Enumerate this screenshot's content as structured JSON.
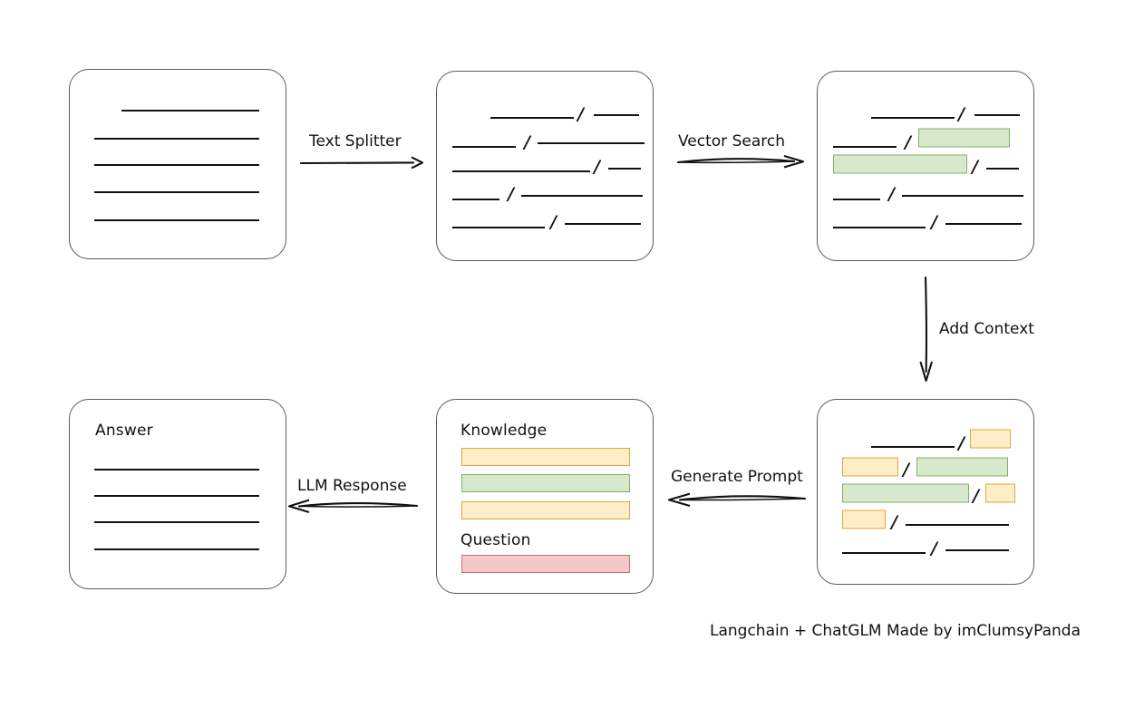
{
  "diagram": {
    "title_note": "Langchain + ChatGLM Made by imClumsyPanda",
    "colors": {
      "green_fill": "#d7e8cd",
      "green_border": "#7fb069",
      "yellow_fill": "#fdeec8",
      "yellow_border": "#e0a638",
      "red_fill": "#f3c9c9",
      "red_border": "#cc6b6b",
      "box_border": "#5a5a5a",
      "line": "#111111"
    },
    "nodes": [
      {
        "id": "source-document",
        "kind": "document",
        "label": "",
        "lines": [
          {
            "segments": [
              {
                "kind": "rule",
                "indent": 58,
                "width": 152
              }
            ]
          },
          {
            "segments": [
              {
                "kind": "rule",
                "indent": 28,
                "width": 182
              }
            ]
          },
          {
            "segments": [
              {
                "kind": "rule",
                "indent": 28,
                "width": 182
              }
            ]
          },
          {
            "segments": [
              {
                "kind": "rule",
                "indent": 28,
                "width": 182
              }
            ]
          },
          {
            "segments": [
              {
                "kind": "rule",
                "indent": 28,
                "width": 182
              }
            ]
          }
        ]
      },
      {
        "id": "split-chunks",
        "kind": "document",
        "label": "",
        "lines": [
          {
            "segments": [
              {
                "kind": "rule",
                "indent": 60,
                "width": 92
              },
              {
                "kind": "slash"
              },
              {
                "kind": "rule",
                "width": 50
              }
            ]
          },
          {
            "segments": [
              {
                "kind": "rule",
                "indent": 18,
                "width": 70
              },
              {
                "kind": "slash"
              },
              {
                "kind": "rule",
                "width": 118
              }
            ]
          },
          {
            "segments": [
              {
                "kind": "rule",
                "indent": 18,
                "width": 152
              },
              {
                "kind": "slash"
              },
              {
                "kind": "rule",
                "width": 36
              }
            ]
          },
          {
            "segments": [
              {
                "kind": "rule",
                "indent": 18,
                "width": 52
              },
              {
                "kind": "slash"
              },
              {
                "kind": "rule",
                "width": 134
              }
            ]
          },
          {
            "segments": [
              {
                "kind": "rule",
                "indent": 18,
                "width": 102
              },
              {
                "kind": "slash"
              },
              {
                "kind": "rule",
                "width": 84
              }
            ]
          }
        ]
      },
      {
        "id": "retrieved-chunks",
        "kind": "document",
        "label": "",
        "lines": [
          {
            "segments": [
              {
                "kind": "rule",
                "indent": 60,
                "width": 92
              },
              {
                "kind": "slash"
              },
              {
                "kind": "rule",
                "width": 50
              }
            ]
          },
          {
            "segments": [
              {
                "kind": "rule",
                "indent": 18,
                "width": 70
              },
              {
                "kind": "slash"
              },
              {
                "kind": "chip",
                "color": "green",
                "width": 118
              }
            ]
          },
          {
            "segments": [
              {
                "kind": "chip",
                "color": "green",
                "indent": 18,
                "width": 152
              },
              {
                "kind": "slash"
              },
              {
                "kind": "rule",
                "width": 36
              }
            ]
          },
          {
            "segments": [
              {
                "kind": "rule",
                "indent": 18,
                "width": 52
              },
              {
                "kind": "slash"
              },
              {
                "kind": "rule",
                "width": 134
              }
            ]
          },
          {
            "segments": [
              {
                "kind": "rule",
                "indent": 18,
                "width": 102
              },
              {
                "kind": "slash"
              },
              {
                "kind": "rule",
                "width": 84
              }
            ]
          }
        ]
      },
      {
        "id": "context-chunks",
        "kind": "document",
        "label": "",
        "lines": [
          {
            "segments": [
              {
                "kind": "rule",
                "indent": 60,
                "width": 92
              },
              {
                "kind": "slash"
              },
              {
                "kind": "chip",
                "color": "yellow",
                "width": 50
              }
            ]
          },
          {
            "segments": [
              {
                "kind": "chip",
                "color": "yellow",
                "indent": 18,
                "width": 70
              },
              {
                "kind": "slash"
              },
              {
                "kind": "chip",
                "color": "green",
                "width": 118
              }
            ]
          },
          {
            "segments": [
              {
                "kind": "chip",
                "color": "green",
                "indent": 18,
                "width": 152
              },
              {
                "kind": "slash"
              },
              {
                "kind": "chip",
                "color": "yellow",
                "width": 36
              }
            ]
          },
          {
            "segments": [
              {
                "kind": "chip",
                "color": "yellow",
                "indent": 18,
                "width": 52
              },
              {
                "kind": "slash"
              },
              {
                "kind": "rule",
                "width": 134
              }
            ]
          },
          {
            "segments": [
              {
                "kind": "rule",
                "indent": 18,
                "width": 102
              },
              {
                "kind": "slash"
              },
              {
                "kind": "rule",
                "width": 84
              }
            ]
          }
        ]
      },
      {
        "id": "prompt",
        "kind": "prompt",
        "sections": [
          {
            "heading": "Knowledge",
            "bars": [
              {
                "color": "yellow"
              },
              {
                "color": "green"
              },
              {
                "color": "yellow"
              }
            ]
          },
          {
            "heading": "Question",
            "bars": [
              {
                "color": "red"
              }
            ]
          }
        ]
      },
      {
        "id": "answer",
        "kind": "document",
        "label": "Answer",
        "lines": [
          {
            "segments": [
              {
                "kind": "rule",
                "indent": 28,
                "width": 182
              }
            ]
          },
          {
            "segments": [
              {
                "kind": "rule",
                "indent": 28,
                "width": 182
              }
            ]
          },
          {
            "segments": [
              {
                "kind": "rule",
                "indent": 28,
                "width": 182
              }
            ]
          },
          {
            "segments": [
              {
                "kind": "rule",
                "indent": 28,
                "width": 182
              }
            ]
          }
        ]
      }
    ],
    "edges": [
      {
        "id": "text-splitter",
        "label": "Text Splitter",
        "direction": "right"
      },
      {
        "id": "vector-search",
        "label": "Vector Search",
        "direction": "right"
      },
      {
        "id": "add-context",
        "label": "Add Context",
        "direction": "down"
      },
      {
        "id": "generate-prompt",
        "label": "Generate Prompt",
        "direction": "left"
      },
      {
        "id": "llm-response",
        "label": "LLM Response",
        "direction": "left"
      }
    ]
  }
}
